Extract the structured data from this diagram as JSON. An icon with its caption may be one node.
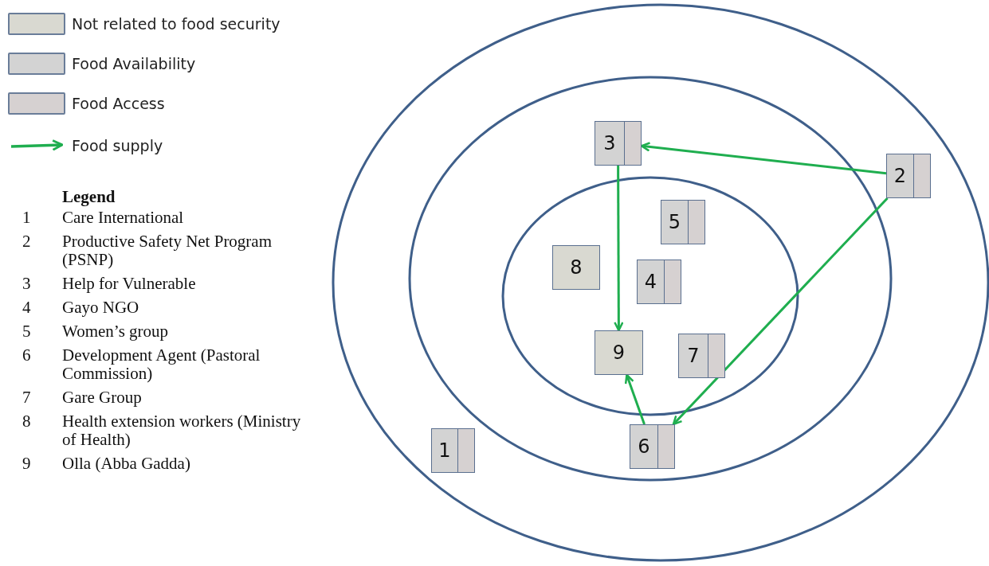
{
  "diagram": {
    "nodes": [
      {
        "text": [
          "1"
        ]
      },
      {
        "text": [
          "2"
        ]
      },
      {
        "text": [
          "3"
        ]
      },
      {
        "text": [
          "4"
        ]
      },
      {
        "text": [
          "5"
        ]
      },
      {
        "text": [
          "6"
        ]
      },
      {
        "text": [
          "7"
        ]
      },
      {
        "text": [
          "8"
        ]
      },
      {
        "text": [
          "9"
        ]
      }
    ],
    "edges": [
      {
        "from": 1,
        "to": 2,
        "arrow": "to"
      },
      {
        "from": 2,
        "to": 8,
        "arrow": "to"
      },
      {
        "from": 1,
        "to": 5,
        "arrow": "to"
      },
      {
        "from": 5,
        "to": 8,
        "arrow": "to"
      }
    ],
    "labels": [
      "Legend",
      "1",
      "Care International",
      "2",
      "Productive Safety Net Program (PSNP)",
      "3",
      "Help for Vulnerable",
      "4",
      "Gayo NGO",
      "5",
      "Women’s group",
      "6",
      "Development Agent (Pastoral Commission)",
      "7",
      "Gare Group",
      "8",
      "Health extension workers (Ministry of Health)",
      "9",
      "Olla (Abba Gadda)"
    ],
    "legend": [
      {
        "text": "Not related to food security",
        "color": "#d9d9d1"
      },
      {
        "text": "Food Availability",
        "color": "#d3d3d3"
      },
      {
        "text": "Food Access",
        "color": "#d6d1d1"
      },
      {
        "text": "Food supply"
      }
    ]
  }
}
